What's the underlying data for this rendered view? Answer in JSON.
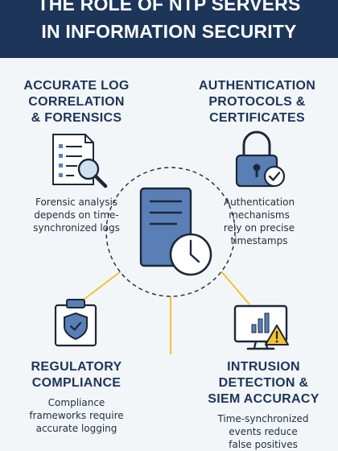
{
  "title": {
    "line1": "THE ROLE OF NTP SERVERS",
    "line2": "IN INFORMATION SECURITY"
  },
  "sections": {
    "log_correlation": {
      "heading": [
        "ACCURATE LOG",
        "CORRELATION",
        "& FORENSICS"
      ],
      "description": [
        "Forensic analysis",
        "depends on time-",
        "synchronized logs"
      ],
      "icon": "document-magnifier-icon"
    },
    "authentication": {
      "heading": [
        "AUTHENTICATION",
        "PROTOCOLS &",
        "CERTIFICATES"
      ],
      "description": [
        "Authentication",
        "mechanisms",
        "rely on precise",
        "timestamps"
      ],
      "icon": "padlock-check-icon"
    },
    "compliance": {
      "heading": [
        "REGULATORY",
        "COMPLIANCE"
      ],
      "description": [
        "Compliance",
        "frameworks require",
        "accurate logging"
      ],
      "icon": "clipboard-shield-icon"
    },
    "intrusion": {
      "heading": [
        "INTRUSION",
        "DETECTION &",
        "SIEM ACCURACY"
      ],
      "description": [
        "Time-synchronized",
        "events reduce",
        "false positives"
      ],
      "icon": "monitor-warning-icon"
    }
  },
  "center": {
    "icon": "ntp-server-clock-icon"
  },
  "colors": {
    "header_bg": "#1c3559",
    "heading_text": "#1c3559",
    "icon_blue": "#5a7fb6",
    "connector_yellow": "#f2c236",
    "warning_yellow": "#f5c330",
    "background": "#f3f6f9"
  }
}
